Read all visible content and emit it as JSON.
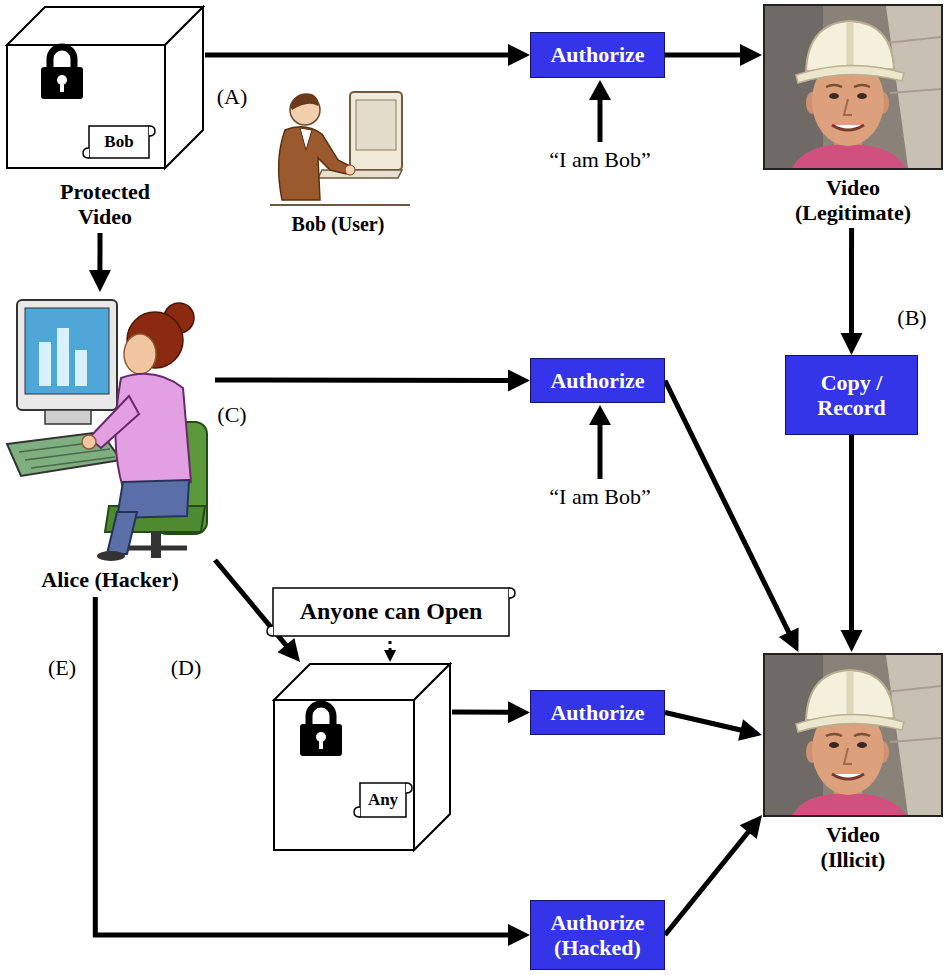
{
  "diagram": {
    "nodes": [
      {
        "text": [
          "Bob",
          "Protected Video"
        ]
      },
      {
        "text": [
          "Authorize"
        ]
      },
      {
        "text": [
          "Video (Legitimate)"
        ]
      },
      {
        "text": [
          "Alice (Hacker)"
        ]
      },
      {
        "text": [
          "Authorize"
        ]
      },
      {
        "text": [
          "Copy / Record"
        ]
      },
      {
        "text": [
          "Anyone can Open"
        ]
      },
      {
        "text": [
          "Any"
        ]
      },
      {
        "text": [
          "Authorize"
        ]
      },
      {
        "text": [
          "Video (Illicit)"
        ]
      },
      {
        "text": [
          "Authorize (Hacked)"
        ]
      }
    ],
    "edges": [
      {
        "from": 0,
        "to": 1,
        "arrow": "to",
        "label": "(A)"
      },
      {
        "from": 1,
        "to": 2,
        "arrow": "to"
      },
      {
        "from": 0,
        "to": 3,
        "arrow": "to"
      },
      {
        "from": 2,
        "to": 5,
        "arrow": "to",
        "label": "(B)"
      },
      {
        "from": 5,
        "to": 9,
        "arrow": "to"
      },
      {
        "from": 3,
        "to": 4,
        "arrow": "to",
        "label": "(C)"
      },
      {
        "from": 4,
        "to": 9,
        "arrow": "to"
      },
      {
        "from": 3,
        "to": 7,
        "arrow": "to",
        "label": "(D)"
      },
      {
        "from": 6,
        "to": 7,
        "arrow": "to"
      },
      {
        "from": 7,
        "to": 8,
        "arrow": "to"
      },
      {
        "from": 8,
        "to": 9,
        "arrow": "to"
      },
      {
        "from": 3,
        "to": 10,
        "arrow": "to",
        "label": "(E)"
      },
      {
        "from": 10,
        "to": 9,
        "arrow": "to"
      }
    ],
    "labels": [
      "Bob (User)",
      "“I am Bob”",
      "“I am Bob”"
    ]
  }
}
